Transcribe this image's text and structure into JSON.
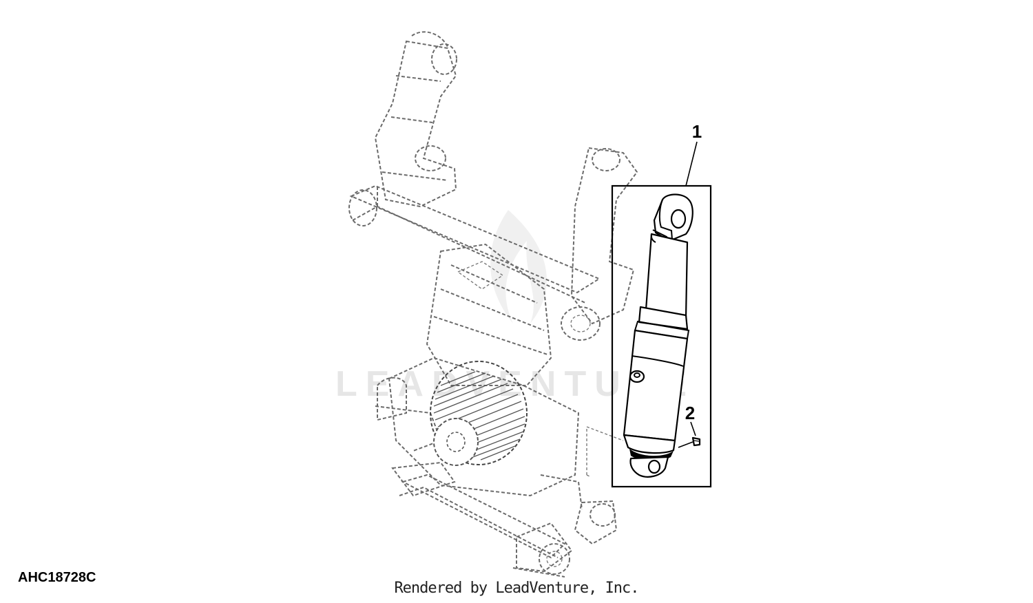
{
  "diagram": {
    "figure_code": "AHC18728C",
    "credit": "Rendered by LeadVenture, Inc.",
    "watermark": "LEADVENTURE",
    "callouts": [
      {
        "label": "1"
      },
      {
        "label": "2"
      }
    ]
  }
}
